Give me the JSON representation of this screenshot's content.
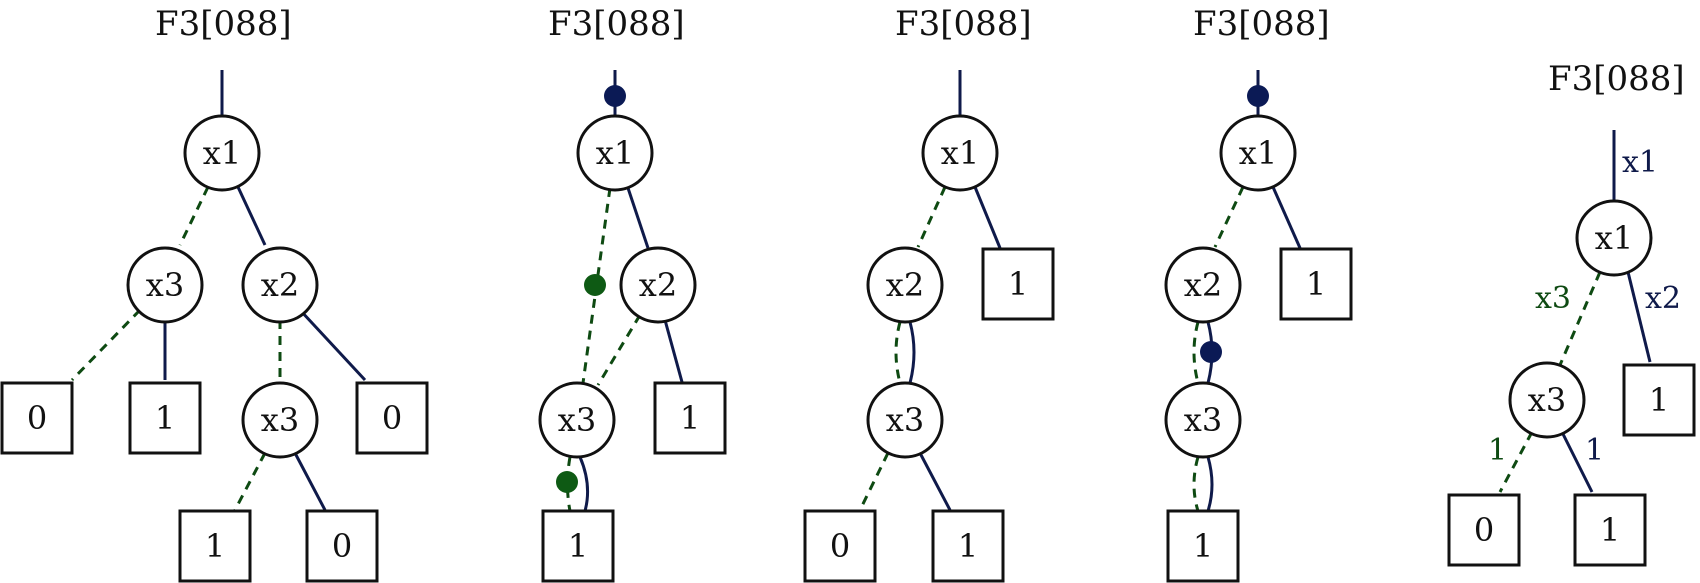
{
  "colors": {
    "hi_edge": "#0f1a4a",
    "lo_edge": "#0e4a12",
    "hi_dot": "#0b1a55",
    "lo_dot": "#0e5a14",
    "node_stroke": "#111111"
  },
  "diagrams": [
    {
      "title": "F3[088]",
      "nodes": {
        "a": "x1",
        "b": "x3",
        "c": "x2",
        "d": "0",
        "e": "1",
        "f": "x3",
        "g": "0",
        "h": "1",
        "i": "0"
      }
    },
    {
      "title": "F3[088]",
      "nodes": {
        "a": "x1",
        "b": "x2",
        "c": "x3",
        "d": "1",
        "e": "1"
      }
    },
    {
      "title": "F3[088]",
      "nodes": {
        "a": "x1",
        "b": "x2",
        "c": "1",
        "d": "x3",
        "e": "0",
        "f": "1"
      }
    },
    {
      "title": "F3[088]",
      "nodes": {
        "a": "x1",
        "b": "x2",
        "c": "1",
        "d": "x3",
        "e": "1"
      }
    },
    {
      "title": "F3[088]",
      "nodes": {
        "a": "x1",
        "b": "x3",
        "c": "1",
        "d": "0",
        "e": "1"
      },
      "edge_labels": {
        "root": "x1",
        "x1_lo": "x3",
        "x1_hi": "x2",
        "x3_lo": "1",
        "x3_hi": "1"
      }
    }
  ]
}
